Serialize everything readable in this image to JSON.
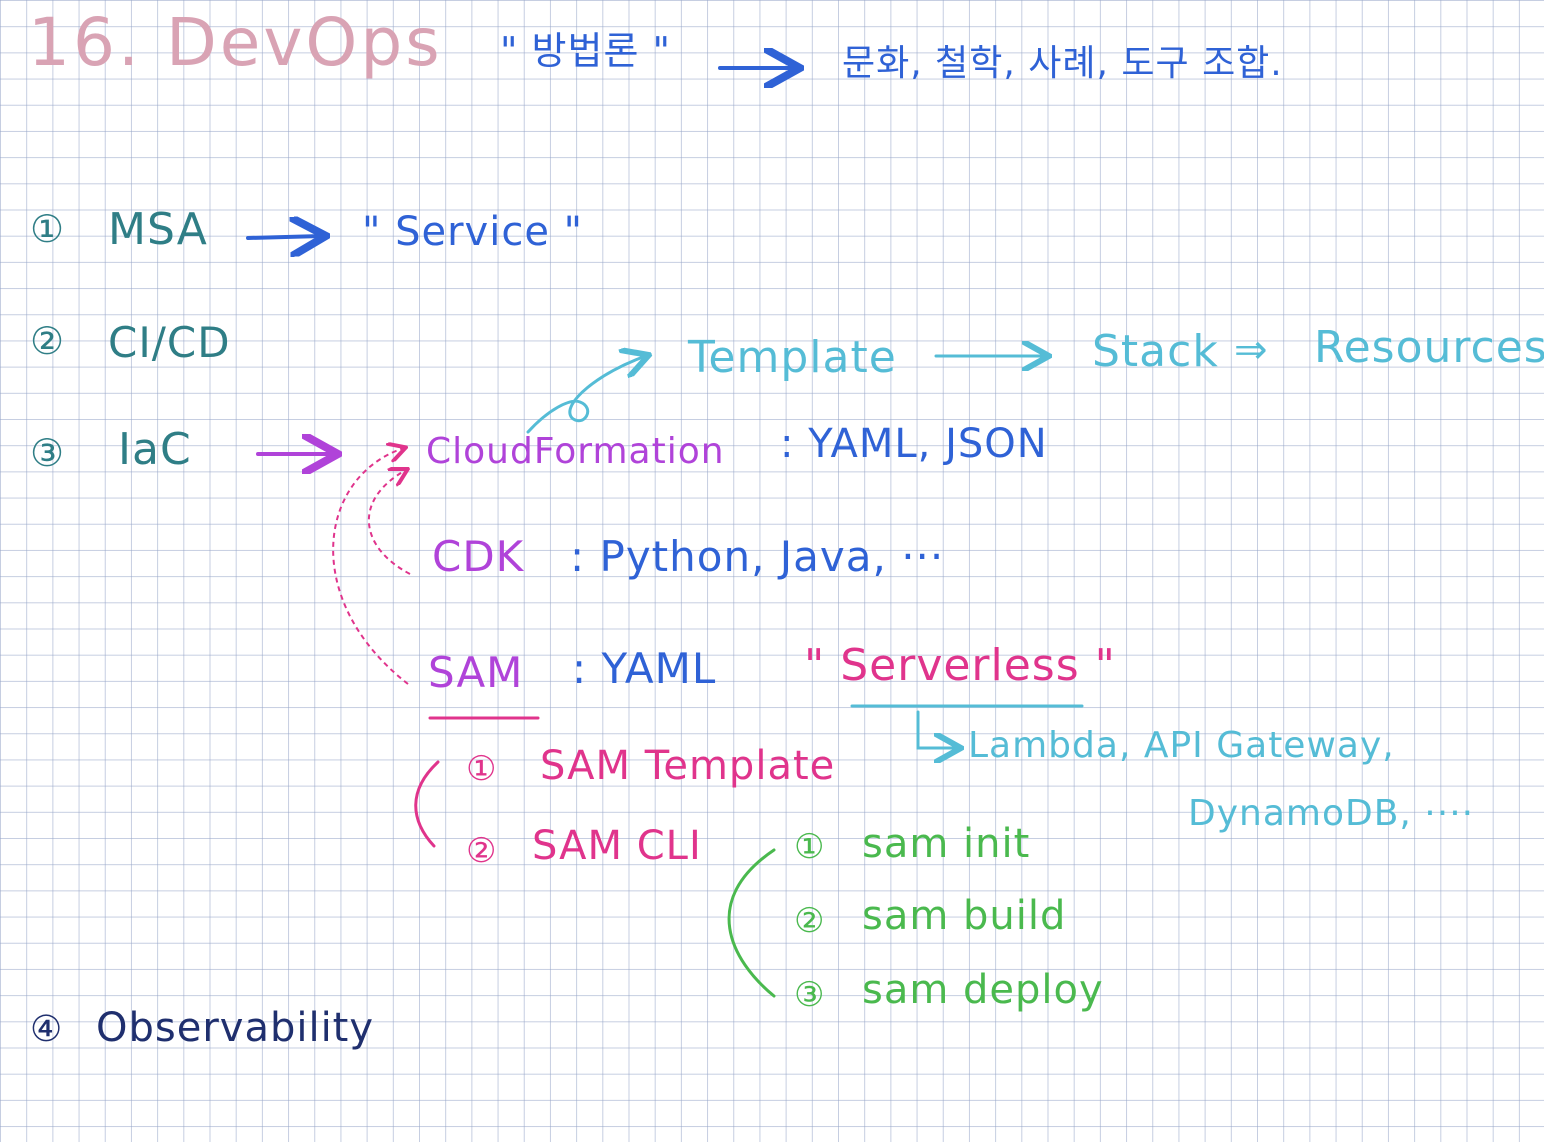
{
  "title": "16. DevOps",
  "header": {
    "quote": "\" 방법론 \"",
    "result": "문화, 철학, 사례, 도구 조합."
  },
  "items": {
    "msa": {
      "marker": "①",
      "label": "MSA",
      "target": "\" Service \""
    },
    "cicd": {
      "marker": "②",
      "label": "CI/CD"
    },
    "iac": {
      "marker": "③",
      "label": "IaC"
    },
    "observability": {
      "marker": "④",
      "label": "Observability"
    }
  },
  "iac_tools": {
    "cloudformation": {
      "name": "CloudFormation",
      "formats": ": YAML, JSON"
    },
    "template_chain": {
      "template": "Template",
      "stack": "Stack",
      "arrow": "⇒",
      "resources": "Resources"
    },
    "cdk": {
      "name": "CDK",
      "langs": ": Python, Java, ···"
    },
    "sam": {
      "name": "SAM",
      "format": ": YAML",
      "serverless": "\" Serverless \"",
      "services_line1": "Lambda, API Gateway,",
      "services_line2": "DynamoDB, ····",
      "parts": [
        {
          "marker": "①",
          "label": "SAM Template"
        },
        {
          "marker": "②",
          "label": "SAM CLI"
        }
      ],
      "commands": [
        {
          "marker": "①",
          "label": "sam init"
        },
        {
          "marker": "②",
          "label": "sam build"
        },
        {
          "marker": "③",
          "label": "sam deploy"
        }
      ]
    }
  }
}
